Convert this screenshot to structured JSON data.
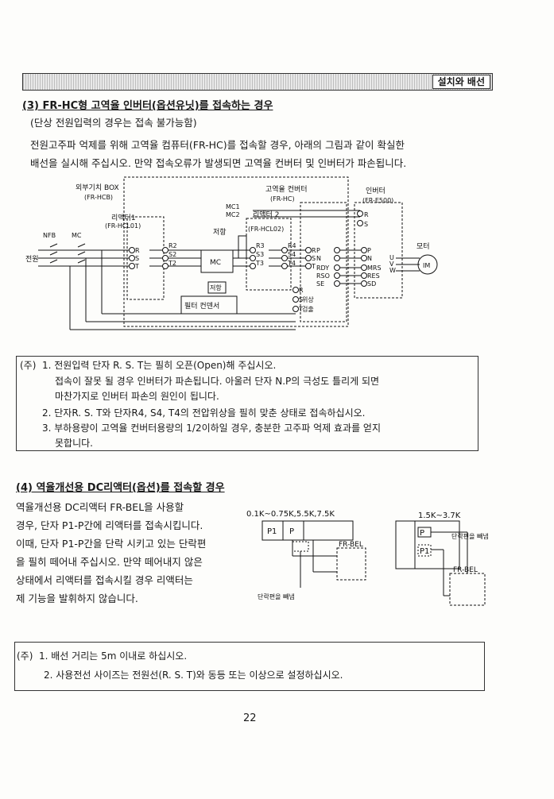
{
  "header": {
    "tag": "설치와 배선"
  },
  "section3": {
    "title": "(3) FR-HC형 고역율 인버터(옵션유닛)를 접속하는 경우",
    "line1": "(단상 전원입력의 경우는 접속 불가능함)",
    "line2": "전원고주파 억제를 위해 고역율 컴퓨터(FR-HC)를 접속할 경우, 아래의 그림과 같이 확실한",
    "line3": "배선을 실시해 주십시오. 만약 접속오류가 발생되면 고역율 컨버터 및 인버터가 파손됩니다."
  },
  "diagram1": {
    "box_title": "외부기치 BOX",
    "box_model": "(FR-HCB)",
    "converter_title": "고역율 컨버터",
    "converter_model": "(FR-HC)",
    "inverter_title": "인버터",
    "inverter_model": "(FR-E500)",
    "reactor1": "리액터1",
    "reactor1_model": "(FR-HCL01)",
    "reactor2": "리액터 2",
    "reactor2_model": "(FR-HCL02)",
    "resistor": "저항",
    "resistor2": "저항",
    "mc": "MC",
    "mc1": "MC1",
    "mc2": "MC2",
    "filter": "필터 컨덴서",
    "nfb": "NFB",
    "mc_main": "MC",
    "power": "전원",
    "motor": "모터",
    "motor_im": "IM",
    "phase": "위상",
    "detect": "검출",
    "r_labels": [
      "R",
      "S",
      "T"
    ],
    "r2_labels": [
      "R2",
      "S2",
      "T2"
    ],
    "r3_labels": [
      "R3",
      "S3",
      "T3"
    ],
    "r4_labels": [
      "R4",
      "S4",
      "T4"
    ],
    "hc_signals": [
      "P",
      "N",
      "RDY",
      "RSO",
      "SE"
    ],
    "inv_signals": [
      "P",
      "N",
      "MRS",
      "RES",
      "SD"
    ],
    "uvw": [
      "U",
      "V",
      "W"
    ]
  },
  "note1": {
    "prefix": "(주)",
    "items": [
      "1. 전원입력 단자 R. S. T는 필히 오픈(Open)해 주십시오.",
      "접속이 잘못 될 경우 인버터가 파손됩니다. 아울러 단자 N.P의 극성도 틀리게 되면",
      "마찬가지로 인버터 파손의 원인이 됩니다.",
      "2. 단자R. S. T와 단자R4, S4, T4의 전압위상을 필히 맞춘 상태로 접속하십시오.",
      "3. 부하용량이 고역율 컨버터용량의 1/2이하일 경우, 충분한 고주파 억제 효과를 얻지",
      "못합니다."
    ]
  },
  "section4": {
    "title": "(4) 역율개선용 DC리액터(옵션)를 접속할 경우",
    "lines": [
      "역율개선용 DC리액터 FR-BEL을 사용할",
      "경우, 단자 P1-P간에 리액터를 접속시킵니다.",
      "이때, 단자 P1-P간을 단락 시키고 있는 단락편",
      "을 필히 떼어내 주십시오. 만약 떼어내지 않은",
      "상태에서 리액터를 접속시킬 경우 리액터는",
      "제 기능을 발휘하지 않습니다."
    ]
  },
  "diagram2": {
    "range_left": "0.1K~0.75K,5.5K,7.5K",
    "range_right": "1.5K~3.7K",
    "p1": "P1",
    "p": "P",
    "frbel": "FR-BEL",
    "remove_left": "단락편을 빼냄",
    "remove_right": "단락편을 빼냄"
  },
  "note2": {
    "prefix": "(주)",
    "line1": "1. 배선 거리는 5m 이내로 하십시오.",
    "line2": "2. 사용전선 사이즈는 전원선(R. S. T)와 동등 또는 이상으로 설정하십시오."
  },
  "page_number": "22"
}
